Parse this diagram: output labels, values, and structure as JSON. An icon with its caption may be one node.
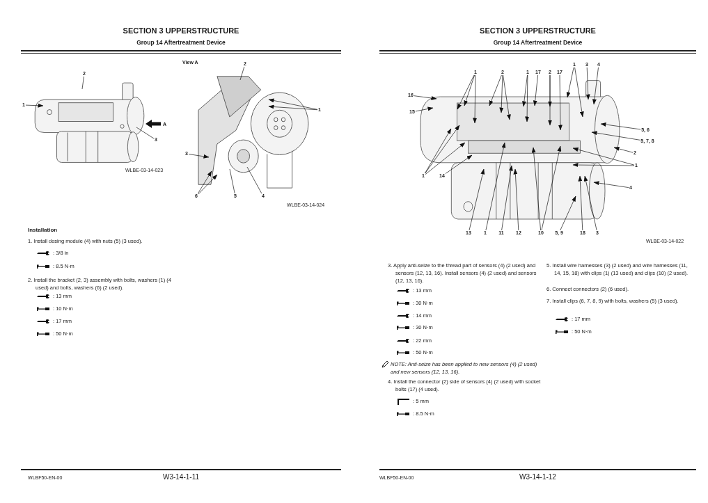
{
  "diagram": {
    "nodes": [
      {
        "text": [],
        "shape": "picture"
      },
      {
        "text": [
          "1"
        ]
      },
      {
        "text": [
          "2"
        ]
      },
      {
        "text": [
          "3"
        ]
      },
      {
        "text": [],
        "shape": "picture"
      },
      {
        "text": [
          "2"
        ]
      },
      {
        "text": [
          "1"
        ]
      },
      {
        "text": [
          "3"
        ]
      },
      {
        "text": [
          "6"
        ]
      },
      {
        "text": [
          "5"
        ]
      },
      {
        "text": [
          "4"
        ]
      },
      {
        "text": [],
        "shape": "picture"
      },
      {
        "text": [
          "1"
        ]
      },
      {
        "text": [
          "2"
        ]
      },
      {
        "text": [
          "1"
        ]
      },
      {
        "text": [
          "17"
        ]
      },
      {
        "text": [
          "2"
        ]
      },
      {
        "text": [
          "17"
        ]
      },
      {
        "text": [
          "1"
        ]
      },
      {
        "text": [
          "3"
        ]
      },
      {
        "text": [
          "4"
        ]
      },
      {
        "text": [
          "16"
        ]
      },
      {
        "text": [
          "15"
        ]
      },
      {
        "text": [
          "5, 6"
        ]
      },
      {
        "text": [
          "5, 7, 8"
        ]
      },
      {
        "text": [
          "2"
        ]
      },
      {
        "text": [
          "1"
        ]
      },
      {
        "text": [
          "1"
        ],
        "in": 11
      },
      {
        "text": [
          "14"
        ],
        "in": 11
      },
      {
        "text": [
          "4"
        ]
      },
      {
        "text": [
          "13"
        ]
      },
      {
        "text": [
          "1"
        ]
      },
      {
        "text": [
          "11"
        ]
      },
      {
        "text": [
          "12"
        ]
      },
      {
        "text": [
          "10"
        ]
      },
      {
        "text": [
          "5, 9"
        ]
      },
      {
        "text": [
          "18"
        ]
      },
      {
        "text": [
          "3"
        ]
      }
    ],
    "edges": [
      {
        "from": 1,
        "to": 0,
        "arrow": "to"
      },
      {
        "from": 2,
        "to": 0,
        "arrow": "none"
      },
      {
        "from": 3,
        "to": 0,
        "arrow": "none"
      },
      {
        "from": 5,
        "to": 4,
        "arrow": "none"
      },
      {
        "from": 6,
        "to": 4,
        "arrow": "to"
      },
      {
        "from": 6,
        "to": 4,
        "arrow": "to"
      },
      {
        "from": 7,
        "to": 4,
        "arrow": "to"
      },
      {
        "from": 8,
        "to": 4,
        "arrow": "to"
      },
      {
        "from": 8,
        "to": 4,
        "arrow": "to"
      },
      {
        "from": 9,
        "to": 4,
        "arrow": "none"
      },
      {
        "from": 10,
        "to": 4,
        "arrow": "none"
      },
      {
        "from": 12,
        "to": 11,
        "arrow": "to"
      },
      {
        "from": 12,
        "to": 11,
        "arrow": "to"
      },
      {
        "from": 12,
        "to": 11,
        "arrow": "to"
      },
      {
        "from": 13,
        "to": 11,
        "arrow": "to"
      },
      {
        "from": 13,
        "to": 11,
        "arrow": "to"
      },
      {
        "from": 13,
        "to": 11,
        "arrow": "to"
      },
      {
        "from": 14,
        "to": 11,
        "arrow": "to"
      },
      {
        "from": 14,
        "to": 11,
        "arrow": "to"
      },
      {
        "from": 15,
        "to": 11,
        "arrow": "to"
      },
      {
        "from": 16,
        "to": 11,
        "arrow": "to"
      },
      {
        "from": 16,
        "to": 11,
        "arrow": "to"
      },
      {
        "from": 17,
        "to": 11,
        "arrow": "to"
      },
      {
        "from": 18,
        "to": 11,
        "arrow": "to"
      },
      {
        "from": 18,
        "to": 11,
        "arrow": "to"
      },
      {
        "from": 19,
        "to": 11,
        "arrow": "to"
      },
      {
        "from": 20,
        "to": 11,
        "arrow": "to"
      },
      {
        "from": 21,
        "to": 11,
        "arrow": "to"
      },
      {
        "from": 22,
        "to": 11,
        "arrow": "to"
      },
      {
        "from": 23,
        "to": 11,
        "arrow": "to"
      },
      {
        "from": 24,
        "to": 11,
        "arrow": "to"
      },
      {
        "from": 25,
        "to": 11,
        "arrow": "to"
      },
      {
        "from": 26,
        "to": 11,
        "arrow": "to"
      },
      {
        "from": 26,
        "to": 11,
        "arrow": "to"
      },
      {
        "from": 27,
        "to": 11,
        "arrow": "to"
      },
      {
        "from": 27,
        "to": 11,
        "arrow": "to"
      },
      {
        "from": 27,
        "to": 11,
        "arrow": "to"
      },
      {
        "from": 28,
        "to": 11,
        "arrow": "to"
      },
      {
        "from": 29,
        "to": 11,
        "arrow": "to"
      },
      {
        "from": 30,
        "to": 11,
        "arrow": "to"
      },
      {
        "from": 31,
        "to": 11,
        "arrow": "to"
      },
      {
        "from": 32,
        "to": 11,
        "arrow": "to"
      },
      {
        "from": 33,
        "to": 11,
        "arrow": "to"
      },
      {
        "from": 34,
        "to": 11,
        "arrow": "to"
      },
      {
        "from": 34,
        "to": 11,
        "arrow": "to"
      },
      {
        "from": 35,
        "to": 11,
        "arrow": "to"
      },
      {
        "from": 36,
        "to": 11,
        "arrow": "to"
      },
      {
        "from": 37,
        "to": 11,
        "arrow": "to"
      }
    ],
    "labels": [
      "SECTION 3 UPPERSTRUCTURE",
      "Group 14 Aftertreatment Device",
      "View A",
      "A",
      "WLBE-03-14-023",
      "WLBE-03-14-024",
      "Installation",
      "1. Install dosing module (4) with nuts (5) (3 used).",
      ": 3/8 in",
      ": 8.5 N·m",
      "2. Install the bracket (2, 3) assembly with bolts, washers (1) (4 used) and bolts, washers (6) (2 used).",
      ": 13 mm",
      ": 10 N·m",
      ": 17 mm",
      ": 50 N·m",
      "WLBF50-EN-00",
      "W3-14-1-11",
      "SECTION 3 UPPERSTRUCTURE",
      "Group 14 Aftertreatment Device",
      "WLBE-03-14-022",
      "3. Apply anti-seize to the thread part of sensors (4) (2 used) and sensors (12, 13, 16). Install sensors (4) (2 used) and sensors (12, 13, 16).",
      ": 13 mm",
      ": 30 N·m",
      ": 14 mm",
      ": 30 N·m",
      ": 22 mm",
      ": 50 N·m",
      "NOTE: Anti-seize has been applied to new sensors (4) (2 used) and new sensors (12, 13, 16).",
      "4. Install the connector (2) side of sensors (4) (2 used) with socket bolts (17) (4 used).",
      ": 5 mm",
      ": 8.5 N·m",
      "5. Install wire harnesses (3) (2 used) and wire harnesses (11, 14, 15, 18) with clips (1) (13 used) and clips (10) (2 used).",
      "6. Connect connectors (2) (6 used).",
      "7. Install clips (6, 7, 8, 9) with bolts, washers (5) (3 used).",
      ": 17 mm",
      ": 50 N·m",
      "WLBF50-EN-00",
      "W3-14-1-12"
    ]
  }
}
